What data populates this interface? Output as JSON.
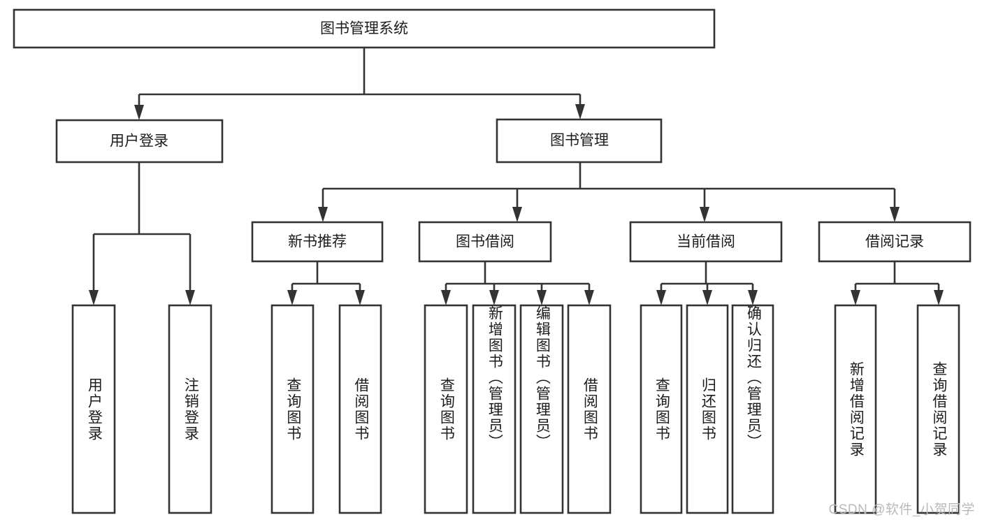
{
  "diagram": {
    "type": "tree",
    "title": "图书管理系统",
    "orientation": "top-down",
    "colors": {
      "box_stroke": "#333333",
      "box_fill": "#ffffff",
      "connector": "#333333",
      "text": "#1c1c1c",
      "watermark": "#b9b9b9",
      "background": "#ffffff"
    },
    "root": {
      "label": "图书管理系统"
    },
    "level2": [
      {
        "label": "用户登录"
      },
      {
        "label": "图书管理"
      }
    ],
    "level3": [
      {
        "label": "新书推荐"
      },
      {
        "label": "图书借阅"
      },
      {
        "label": "当前借阅"
      },
      {
        "label": "借阅记录"
      }
    ],
    "leaves": {
      "user_login": [
        {
          "label": "用户登录"
        },
        {
          "label": "注销登录"
        }
      ],
      "new_book_recommend": [
        {
          "label": "查询图书"
        },
        {
          "label": "借阅图书"
        }
      ],
      "book_borrow": [
        {
          "label": "查询图书"
        },
        {
          "label": "新增图书（管理员）"
        },
        {
          "label": "编辑图书（管理员）"
        },
        {
          "label": "借阅图书"
        }
      ],
      "current_borrow": [
        {
          "label": "查询图书"
        },
        {
          "label": "归还图书"
        },
        {
          "label": "确认归还（管理员）"
        }
      ],
      "borrow_record": [
        {
          "label": "新增借阅记录"
        },
        {
          "label": "查询借阅记录"
        }
      ]
    }
  },
  "watermark": {
    "text": "CSDN @软件_小贺同学"
  }
}
